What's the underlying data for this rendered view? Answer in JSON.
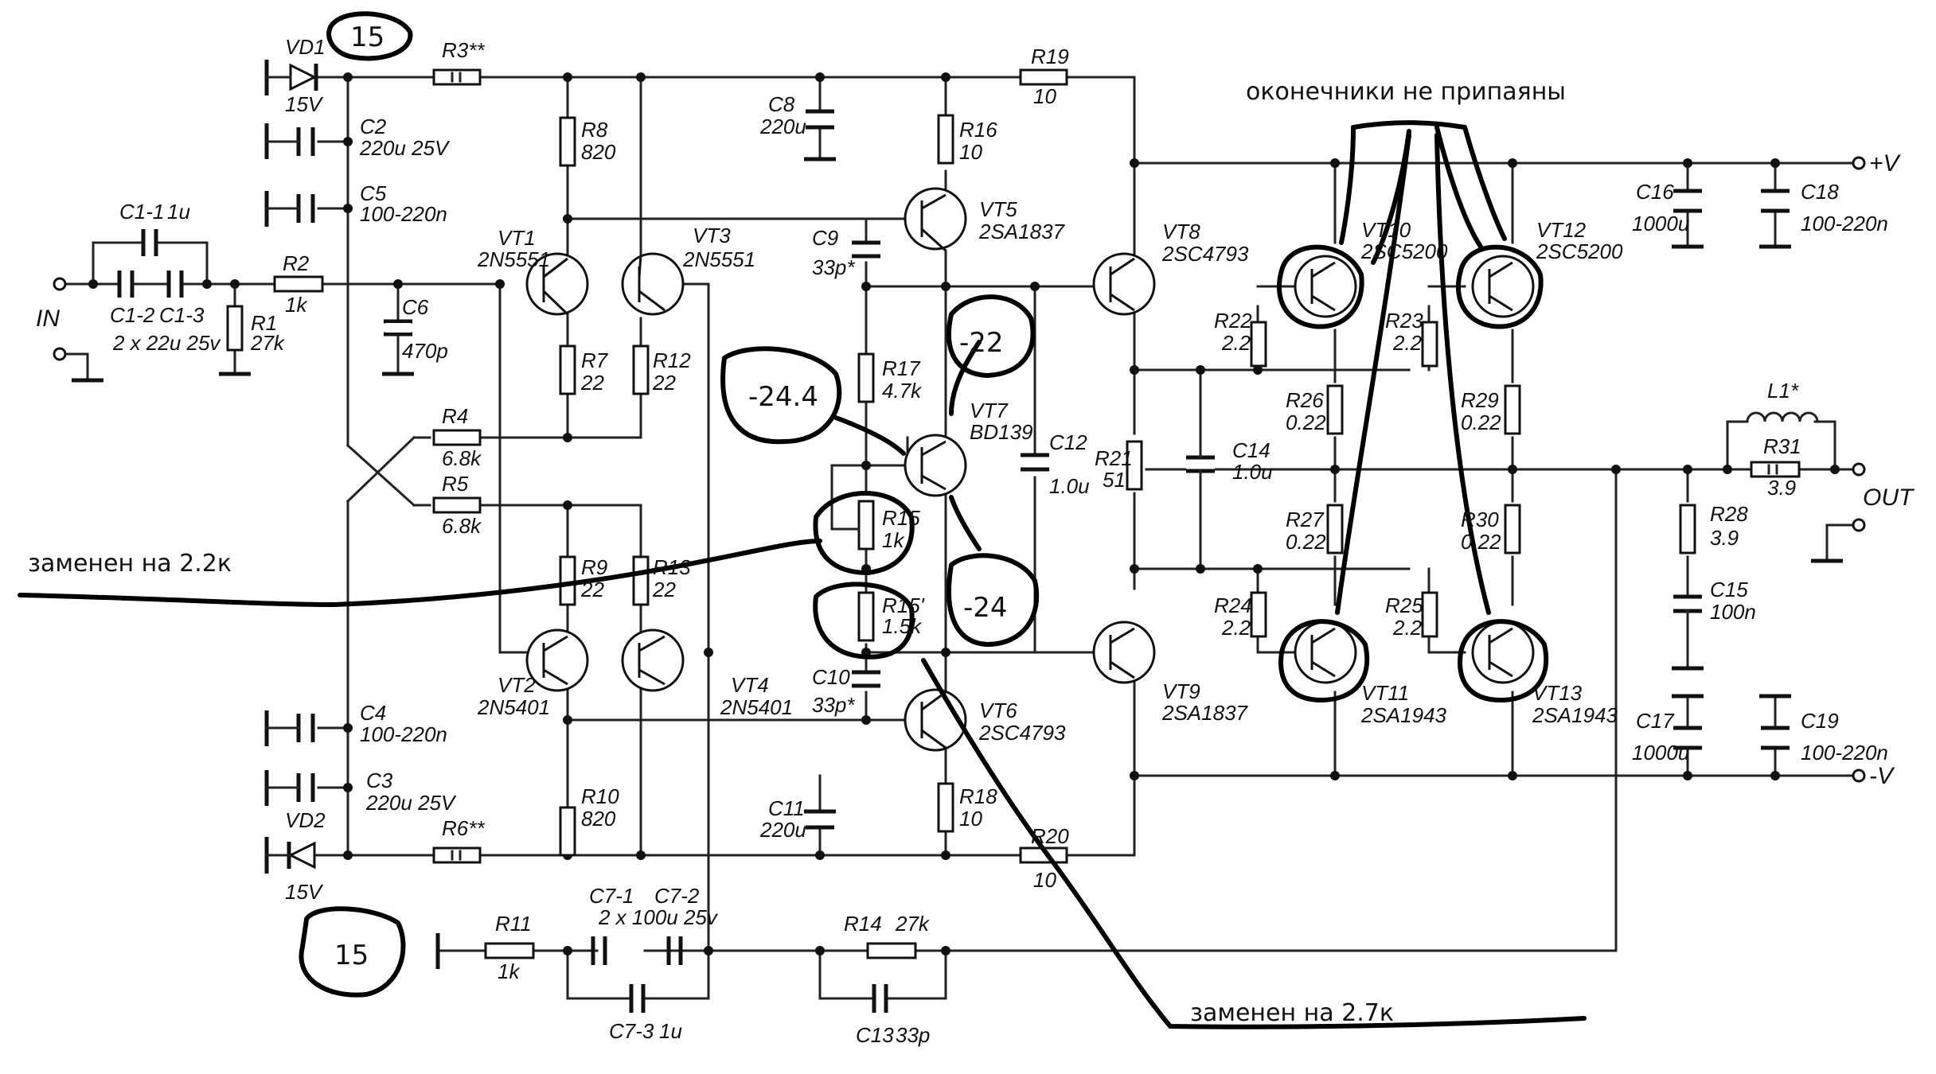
{
  "notes": {
    "top": "оконечники не припаяны",
    "r15": "заменен на 2.2к",
    "r15p": "заменен на 2.7к"
  },
  "voltages": {
    "v15_top": "15",
    "v15_bot": "15",
    "vt7_c": "-22",
    "vt7_b": "-24.4",
    "vt7_e": "-24"
  },
  "nets": {
    "vplus": "+V",
    "vminus": "-V",
    "in": "IN",
    "out": "OUT"
  },
  "parts": [
    {
      "ref": "VD1",
      "val": "15V"
    },
    {
      "ref": "VD2",
      "val": "15V"
    },
    {
      "ref": "R3**",
      "val": ""
    },
    {
      "ref": "R6**",
      "val": ""
    },
    {
      "ref": "C2",
      "val": "220u 25V"
    },
    {
      "ref": "C5",
      "val": "100-220n"
    },
    {
      "ref": "C4",
      "val": "100-220n"
    },
    {
      "ref": "C3",
      "val": "220u 25V"
    },
    {
      "ref": "C1-1",
      "val": "1u"
    },
    {
      "ref": "C1-2",
      "val": ""
    },
    {
      "ref": "C1-3",
      "val": ""
    },
    {
      "ref": "C1-2/C1-3",
      "val": "2 x 22u 25v"
    },
    {
      "ref": "R1",
      "val": "27k"
    },
    {
      "ref": "R2",
      "val": "1k"
    },
    {
      "ref": "C6",
      "val": "470p"
    },
    {
      "ref": "R8",
      "val": "820"
    },
    {
      "ref": "R10",
      "val": "820"
    },
    {
      "ref": "VT1",
      "val": "2N5551"
    },
    {
      "ref": "VT3",
      "val": "2N5551"
    },
    {
      "ref": "VT2",
      "val": "2N5401"
    },
    {
      "ref": "VT4",
      "val": "2N5401"
    },
    {
      "ref": "R7",
      "val": "22"
    },
    {
      "ref": "R12",
      "val": "22"
    },
    {
      "ref": "R9",
      "val": "22"
    },
    {
      "ref": "R13",
      "val": "22"
    },
    {
      "ref": "R4",
      "val": "6.8k"
    },
    {
      "ref": "R5",
      "val": "6.8k"
    },
    {
      "ref": "C8",
      "val": "220u"
    },
    {
      "ref": "C11",
      "val": "220u"
    },
    {
      "ref": "R16",
      "val": "10"
    },
    {
      "ref": "R18",
      "val": "10"
    },
    {
      "ref": "VT5",
      "val": "2SA1837"
    },
    {
      "ref": "VT6",
      "val": "2SC4793"
    },
    {
      "ref": "C9",
      "val": "33p*"
    },
    {
      "ref": "C10",
      "val": "33p*"
    },
    {
      "ref": "R17",
      "val": "4.7k"
    },
    {
      "ref": "VT7",
      "val": "BD139"
    },
    {
      "ref": "R15",
      "val": "1k"
    },
    {
      "ref": "R15'",
      "val": "1.5k"
    },
    {
      "ref": "C12",
      "val": "1.0u"
    },
    {
      "ref": "R19",
      "val": "10"
    },
    {
      "ref": "R20",
      "val": "10"
    },
    {
      "ref": "VT8",
      "val": "2SC4793"
    },
    {
      "ref": "VT9",
      "val": "2SA1837"
    },
    {
      "ref": "R21",
      "val": "51"
    },
    {
      "ref": "C14",
      "val": "1.0u"
    },
    {
      "ref": "R22",
      "val": "2.2"
    },
    {
      "ref": "R23",
      "val": "2.2"
    },
    {
      "ref": "R24",
      "val": "2.2"
    },
    {
      "ref": "R25",
      "val": "2.2"
    },
    {
      "ref": "R26",
      "val": "0.22"
    },
    {
      "ref": "R27",
      "val": "0.22"
    },
    {
      "ref": "R29",
      "val": "0.22"
    },
    {
      "ref": "R30",
      "val": "0.22"
    },
    {
      "ref": "VT10",
      "val": "2SC5200"
    },
    {
      "ref": "VT12",
      "val": "2SC5200"
    },
    {
      "ref": "VT11",
      "val": "2SA1943"
    },
    {
      "ref": "VT13",
      "val": "2SA1943"
    },
    {
      "ref": "C16",
      "val": "1000u"
    },
    {
      "ref": "C18",
      "val": "100-220n"
    },
    {
      "ref": "C17",
      "val": "1000u"
    },
    {
      "ref": "C19",
      "val": "100-220n"
    },
    {
      "ref": "L1*",
      "val": ""
    },
    {
      "ref": "R31",
      "val": "3.9"
    },
    {
      "ref": "R28",
      "val": "3.9"
    },
    {
      "ref": "C15",
      "val": "100n"
    },
    {
      "ref": "R11",
      "val": "1k"
    },
    {
      "ref": "C7-1",
      "val": ""
    },
    {
      "ref": "C7-2",
      "val": ""
    },
    {
      "ref": "C7-1/C7-2",
      "val": "2 x 100u 25v"
    },
    {
      "ref": "C7-3",
      "val": "1u"
    },
    {
      "ref": "R14",
      "val": "27k"
    },
    {
      "ref": "C13",
      "val": "33p"
    }
  ]
}
